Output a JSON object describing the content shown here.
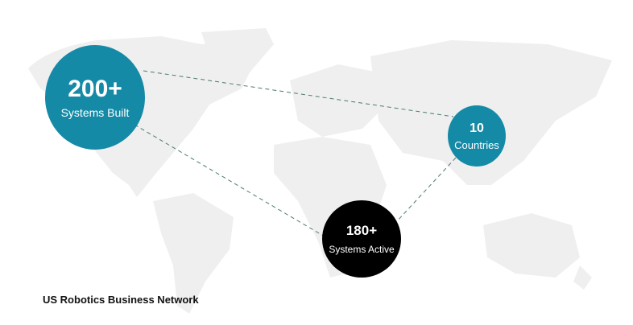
{
  "colors": {
    "teal": "#158aa6",
    "black": "#000000",
    "map": "#efefef",
    "line": "#4a7a72"
  },
  "nodes": [
    {
      "value": "200+",
      "label": "Systems Built",
      "color": "#158aa6"
    },
    {
      "value": "10",
      "label": "Countries",
      "color": "#158aa6"
    },
    {
      "value": "180+",
      "label": "Systems Active",
      "color": "#000000"
    }
  ],
  "title": "US Robotics Business Network"
}
